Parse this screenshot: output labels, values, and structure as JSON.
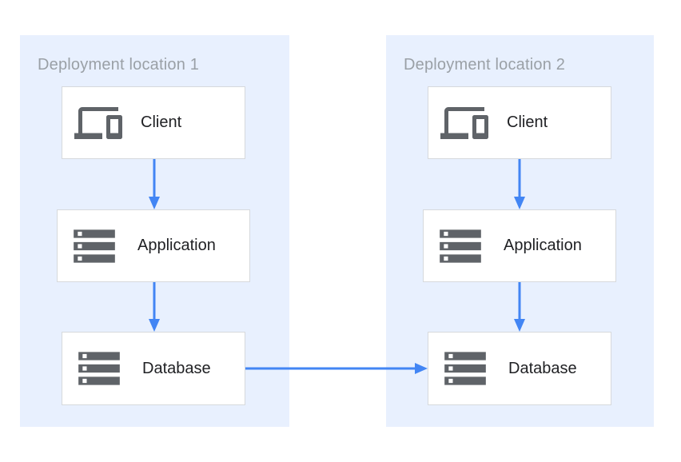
{
  "colors": {
    "background": "#ffffff",
    "panel-bg": "#e8f0fe",
    "title-text": "#9aa0a6",
    "box-bg": "#ffffff",
    "box-border": "#d6d9dc",
    "icon-gray": "#5f6368",
    "label-text": "#202124",
    "arrow-blue": "#4285f4"
  },
  "locations": [
    {
      "title": "Deployment location 1",
      "nodes": [
        {
          "label": "Client",
          "icon": "devices-icon"
        },
        {
          "label": "Application",
          "icon": "server-stack-icon"
        },
        {
          "label": "Database",
          "icon": "server-stack-icon"
        }
      ]
    },
    {
      "title": "Deployment location 2",
      "nodes": [
        {
          "label": "Client",
          "icon": "devices-icon"
        },
        {
          "label": "Application",
          "icon": "server-stack-icon"
        },
        {
          "label": "Database",
          "icon": "server-stack-icon"
        }
      ]
    }
  ],
  "connections": [
    {
      "from": "Client",
      "to": "Application",
      "location": "Deployment location 1"
    },
    {
      "from": "Application",
      "to": "Database",
      "location": "Deployment location 1"
    },
    {
      "from": "Client",
      "to": "Application",
      "location": "Deployment location 2"
    },
    {
      "from": "Application",
      "to": "Database",
      "location": "Deployment location 2"
    },
    {
      "from": "Database in Deployment location 1",
      "to": "Database in Deployment location 2"
    }
  ]
}
